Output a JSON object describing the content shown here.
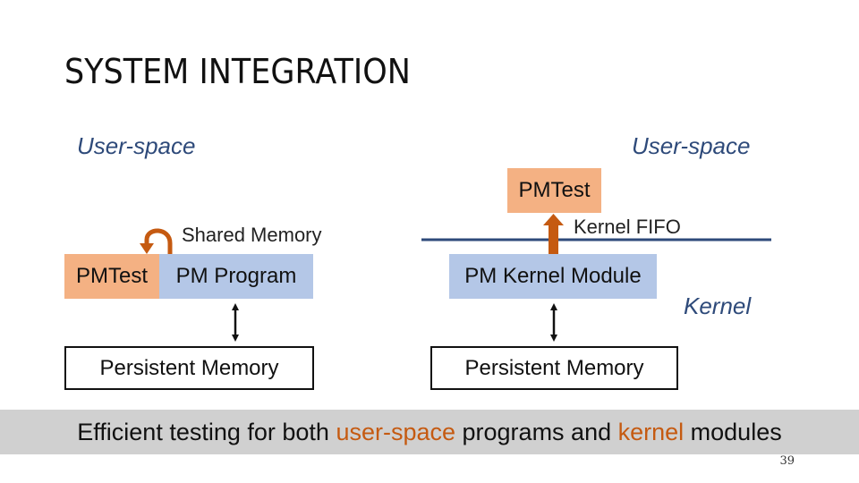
{
  "title": "SYSTEM INTEGRATION",
  "left": {
    "space_label": "User-space",
    "shared_memory_label": "Shared Memory",
    "pmtest_label": "PMTest",
    "program_label": "PM Program",
    "persistent_memory_label": "Persistent Memory"
  },
  "right": {
    "space_label": "User-space",
    "pmtest_label": "PMTest",
    "fifo_label": "Kernel FIFO",
    "kernel_module_label": "PM Kernel Module",
    "kernel_label": "Kernel",
    "persistent_memory_label": "Persistent Memory"
  },
  "banner": {
    "part1": "Efficient testing for both ",
    "highlight1": "user-space",
    "part2": " programs and ",
    "highlight2": "kernel",
    "part3": " modules"
  },
  "page_number": "39",
  "colors": {
    "orange_box": "#f4b183",
    "blue_box": "#b4c7e7",
    "brown_arrow": "#c55a11",
    "label_blue": "#2e4a7a",
    "kernel_line": "#2e4a7a",
    "banner_bg": "#d0d0d0",
    "highlight": "#c55a11"
  },
  "icons": [
    "curved-arrow-icon",
    "up-arrow-icon",
    "double-arrow-icon"
  ]
}
